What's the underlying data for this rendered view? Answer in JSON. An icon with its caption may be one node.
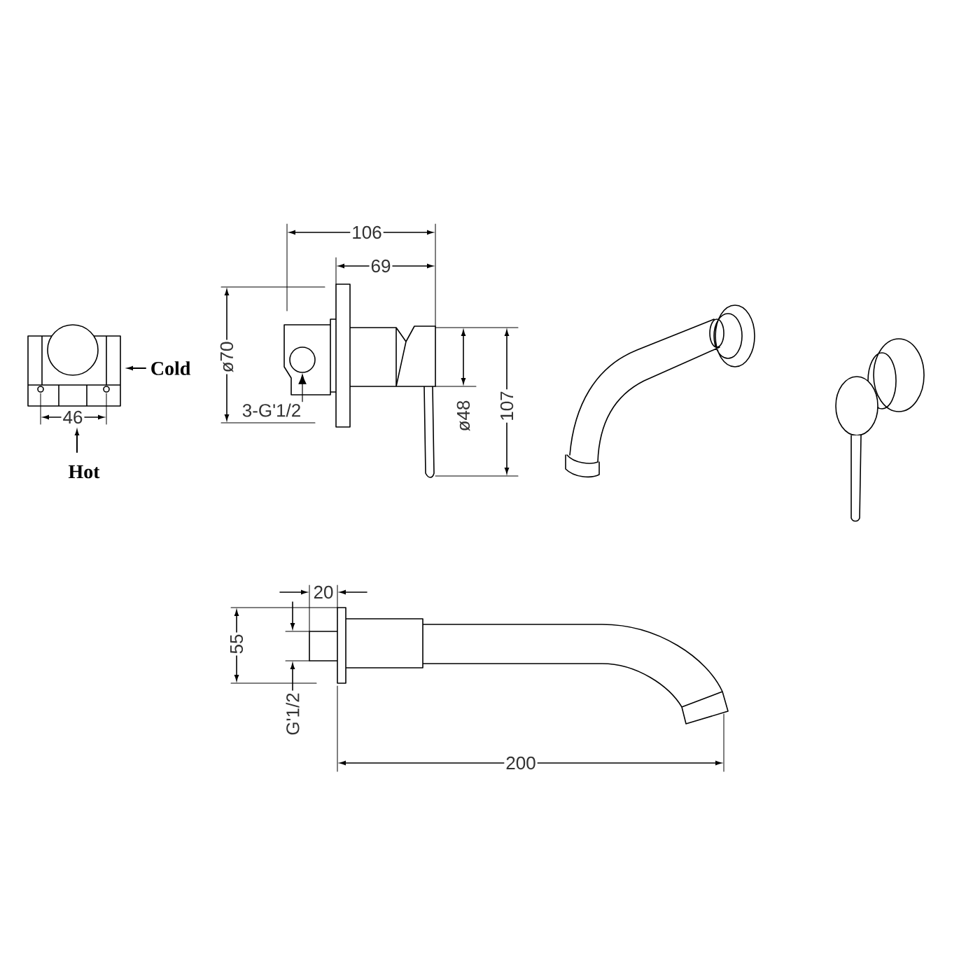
{
  "diagram": {
    "nodes": [
      {
        "text": [
          "3-G'1/2"
        ]
      },
      {
        "text": [],
        "shape": "circle"
      }
    ],
    "edges": [
      {
        "from": 0,
        "to": 1,
        "arrow": "to"
      }
    ],
    "labels": [
      "106",
      "69",
      "ø70",
      "Cold",
      "107",
      "ø48",
      "46",
      "Hot",
      "20",
      "55",
      "G'1/2",
      "200"
    ]
  }
}
